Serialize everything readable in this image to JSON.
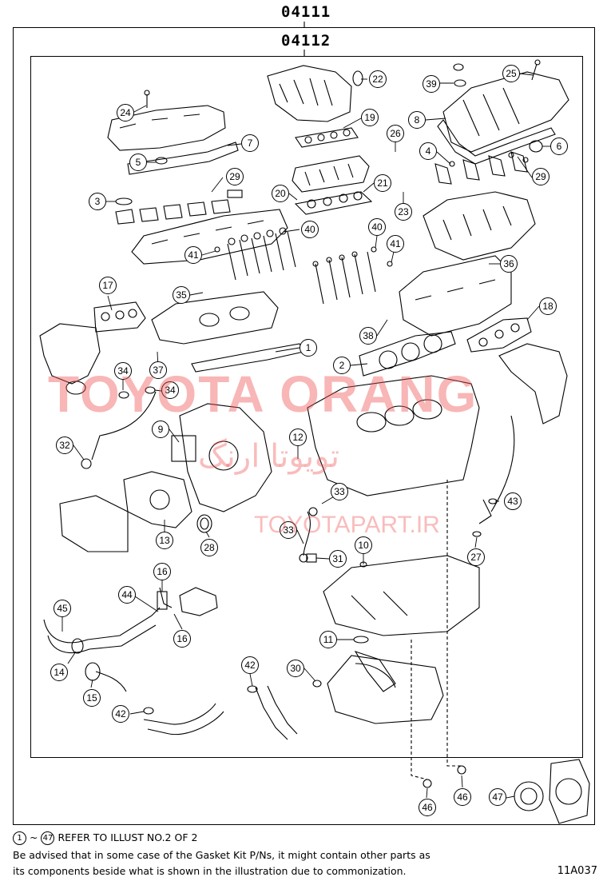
{
  "assembly": {
    "outer_part_no": "04111",
    "inner_part_no": "04112"
  },
  "callouts": [
    {
      "id": "c22",
      "label": "22"
    },
    {
      "id": "c24",
      "label": "24"
    },
    {
      "id": "c19",
      "label": "19"
    },
    {
      "id": "c39",
      "label": "39"
    },
    {
      "id": "c25",
      "label": "25"
    },
    {
      "id": "c8",
      "label": "8"
    },
    {
      "id": "c7",
      "label": "7"
    },
    {
      "id": "c5",
      "label": "5"
    },
    {
      "id": "c26",
      "label": "26"
    },
    {
      "id": "c4",
      "label": "4"
    },
    {
      "id": "c6",
      "label": "6"
    },
    {
      "id": "c29a",
      "label": "29"
    },
    {
      "id": "c29b",
      "label": "29"
    },
    {
      "id": "c3",
      "label": "3"
    },
    {
      "id": "c20",
      "label": "20"
    },
    {
      "id": "c21",
      "label": "21"
    },
    {
      "id": "c23",
      "label": "23"
    },
    {
      "id": "c40a",
      "label": "40"
    },
    {
      "id": "c40b",
      "label": "40"
    },
    {
      "id": "c41a",
      "label": "41"
    },
    {
      "id": "c41b",
      "label": "41"
    },
    {
      "id": "c36",
      "label": "36"
    },
    {
      "id": "c17",
      "label": "17"
    },
    {
      "id": "c35",
      "label": "35"
    },
    {
      "id": "c18",
      "label": "18"
    },
    {
      "id": "c38",
      "label": "38"
    },
    {
      "id": "c1",
      "label": "1"
    },
    {
      "id": "c2",
      "label": "2"
    },
    {
      "id": "c37",
      "label": "37"
    },
    {
      "id": "c34a",
      "label": "34"
    },
    {
      "id": "c34b",
      "label": "34"
    },
    {
      "id": "c9",
      "label": "9"
    },
    {
      "id": "c12",
      "label": "12"
    },
    {
      "id": "c32",
      "label": "32"
    },
    {
      "id": "c33a",
      "label": "33"
    },
    {
      "id": "c33b",
      "label": "33"
    },
    {
      "id": "c43",
      "label": "43"
    },
    {
      "id": "c13",
      "label": "13"
    },
    {
      "id": "c28",
      "label": "28"
    },
    {
      "id": "c10",
      "label": "10"
    },
    {
      "id": "c27",
      "label": "27"
    },
    {
      "id": "c31",
      "label": "31"
    },
    {
      "id": "c16a",
      "label": "16"
    },
    {
      "id": "c44",
      "label": "44"
    },
    {
      "id": "c45",
      "label": "45"
    },
    {
      "id": "c16b",
      "label": "16"
    },
    {
      "id": "c11",
      "label": "11"
    },
    {
      "id": "c14",
      "label": "14"
    },
    {
      "id": "c42a",
      "label": "42"
    },
    {
      "id": "c30",
      "label": "30"
    },
    {
      "id": "c15",
      "label": "15"
    },
    {
      "id": "c42b",
      "label": "42"
    },
    {
      "id": "c46a",
      "label": "46"
    },
    {
      "id": "c46b",
      "label": "46"
    },
    {
      "id": "c47",
      "label": "47"
    }
  ],
  "watermark": {
    "latin": "TOYOTA ORANG",
    "arabic": "تويوتا ارنگ",
    "url": "TOYOTAPART.IR"
  },
  "notes": {
    "range_start": "1",
    "range_sep": "~",
    "range_end": "47",
    "refer_text": "REFER TO ILLUST NO.2 OF 2",
    "advise_line1": "Be advised that in some case of the Gasket Kit P/Ns,  it might contain other parts as",
    "advise_line2": "its components beside what is shown in the illustration due to commonization."
  },
  "illustration_code": "11A037"
}
